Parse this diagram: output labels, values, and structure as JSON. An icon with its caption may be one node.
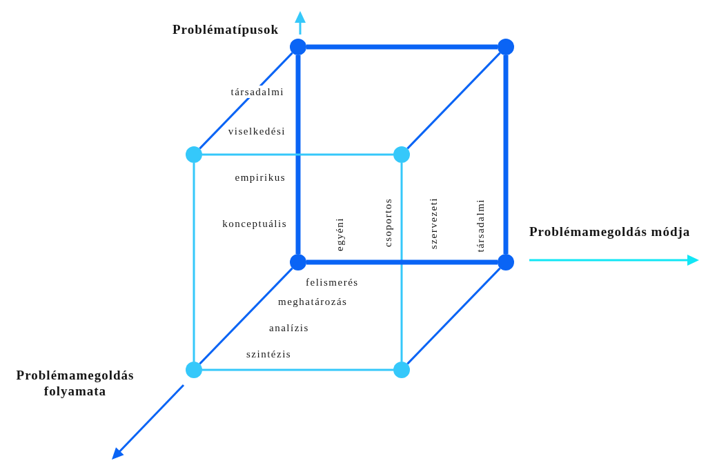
{
  "diagram": {
    "nodes": [
      {
        "text": [],
        "shape": "circle"
      },
      {
        "text": [],
        "shape": "circle"
      },
      {
        "text": [],
        "shape": "circle"
      },
      {
        "text": [],
        "shape": "circle"
      },
      {
        "text": [],
        "shape": "circle"
      },
      {
        "text": [],
        "shape": "circle"
      },
      {
        "text": [],
        "shape": "circle"
      },
      {
        "text": [],
        "shape": "circle"
      }
    ],
    "edges": [
      {
        "from": 0,
        "to": 1,
        "arrow": "none",
        "style": "thick"
      },
      {
        "from": 0,
        "to": 2,
        "arrow": "none"
      },
      {
        "from": 0,
        "to": 4,
        "arrow": "none",
        "style": "thick"
      },
      {
        "from": 1,
        "to": 3,
        "arrow": "none"
      },
      {
        "from": 1,
        "to": 5,
        "arrow": "none",
        "style": "thick"
      },
      {
        "from": 2,
        "to": 3,
        "arrow": "none",
        "color": "#35c8fa"
      },
      {
        "from": 2,
        "to": 6,
        "arrow": "none",
        "color": "#35c8fa"
      },
      {
        "from": 3,
        "to": 7,
        "arrow": "none",
        "color": "#35c8fa"
      },
      {
        "from": 4,
        "to": 5,
        "arrow": "none",
        "style": "thick"
      },
      {
        "from": 4,
        "to": 6,
        "arrow": "none"
      },
      {
        "from": 5,
        "to": 7,
        "arrow": "none"
      },
      {
        "from": 6,
        "to": 7,
        "arrow": "none",
        "color": "#35c8fa"
      }
    ],
    "labels": [
      "Problématípusok",
      "társadalmi",
      "viselkedési",
      "empirikus",
      "konceptuális",
      "egyéni",
      "csoportos",
      "szervezeti",
      "társadalmi",
      "Problémamegoldás módja",
      "felismerés",
      "meghatározás",
      "analízis",
      "szintézis",
      "Problémamegoldás folyamata"
    ]
  }
}
